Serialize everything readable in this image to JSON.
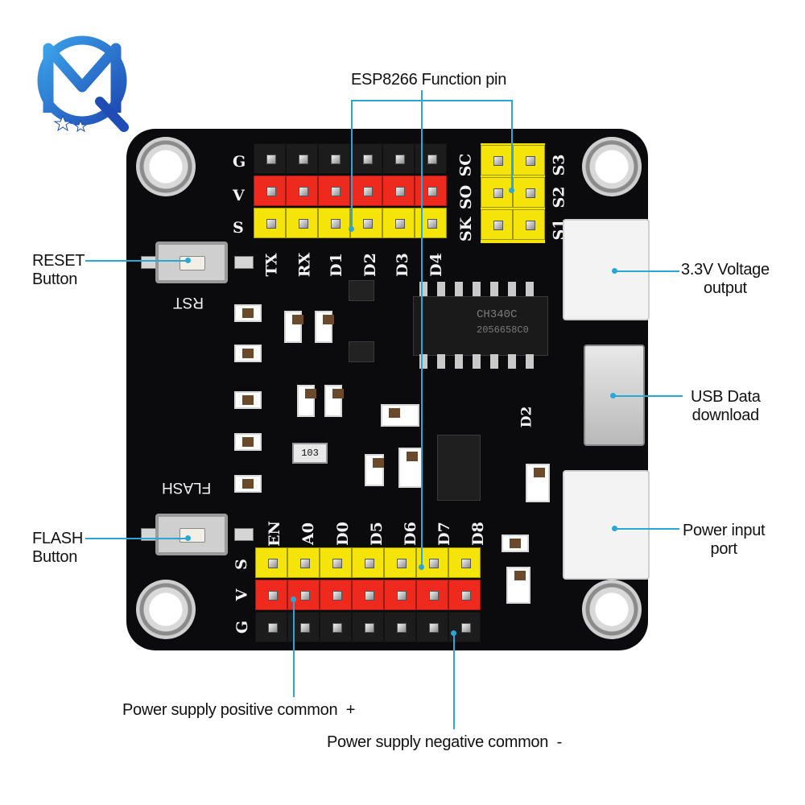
{
  "title": "ESP8266 Function pin",
  "labels": {
    "reset_button": "RESET\nButton",
    "flash_button": "FLASH\nButton",
    "voltage_output": "3.3V Voltage\noutput",
    "usb_data": "USB Data\ndownload",
    "power_input": "Power input\nport",
    "positive_common": "Power supply positive common  +",
    "negative_common": "Power supply negative common  -"
  },
  "silkscreen": {
    "top_row_left": [
      "G",
      "V",
      "S"
    ],
    "top_pins": [
      "TX",
      "RX",
      "D1",
      "D2",
      "D3",
      "D4"
    ],
    "spi_left": [
      "SC",
      "SO",
      "SK"
    ],
    "spi_right": [
      "S3",
      "S2",
      "S1"
    ],
    "bottom_pins": [
      "EN",
      "A0",
      "D0",
      "D5",
      "D6",
      "D7",
      "D8"
    ],
    "bottom_row_left": [
      "S",
      "V",
      "G"
    ],
    "rst": "RST",
    "flash": "FLASH",
    "chip": "CH340C",
    "chip_code": "2056658C0",
    "d2": "D2",
    "reg": "103"
  },
  "colors": {
    "accent": "#2aa7d6",
    "signal_pin": "#f4e40a",
    "power_pin": "#ee2a1e",
    "ground_pin": "#1c1c1c"
  },
  "icons": [
    "mq-logo-icon"
  ]
}
